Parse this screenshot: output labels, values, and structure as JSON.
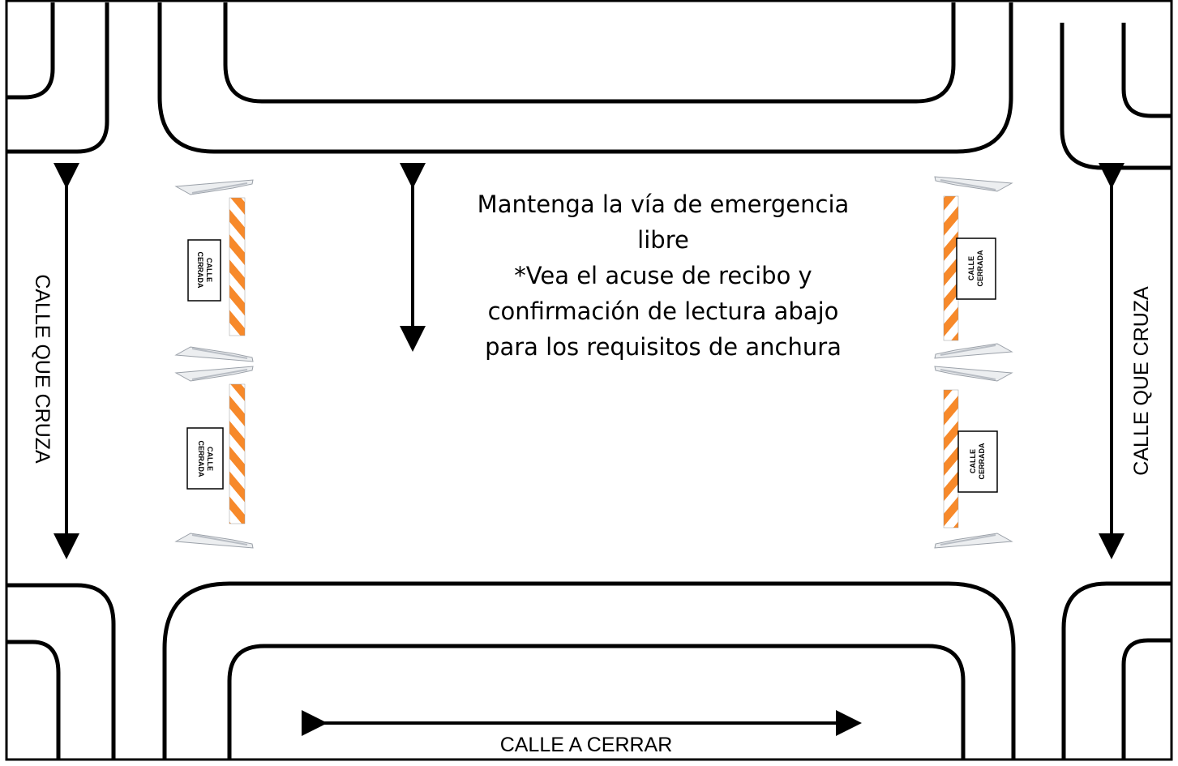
{
  "labels": {
    "cross_street_left": "CALLE QUE CRUZA",
    "cross_street_right": "CALLE QUE CRUZA",
    "street_to_close": "CALLE A CERRAR"
  },
  "notice": {
    "line1": "Mantenga la vía de emergencia",
    "line2": "libre",
    "line3": "*Vea el acuse de recibo y",
    "line4": "confirmación de lectura abajo",
    "line5": "para los requisitos de anchura"
  },
  "barricades": [
    {
      "sign_line1": "CALLE",
      "sign_line2": "CERRADA"
    },
    {
      "sign_line1": "CALLE",
      "sign_line2": "CERRADA"
    },
    {
      "sign_line1": "CALLE",
      "sign_line2": "CERRADA"
    },
    {
      "sign_line1": "CALLE",
      "sign_line2": "CERRADA"
    }
  ],
  "colors": {
    "stripe_orange": "#f7892a",
    "line": "#000000",
    "leg_grey": "#c9ccd1"
  }
}
